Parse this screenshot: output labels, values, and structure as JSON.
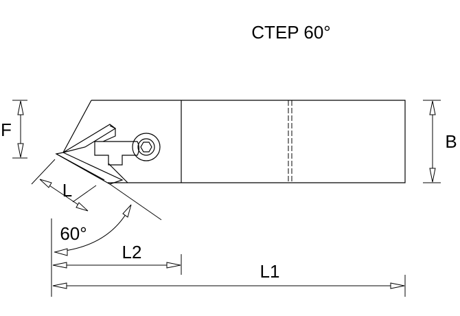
{
  "title": "CTEP 60°",
  "dimensions": {
    "F": "F",
    "B": "B",
    "L": "L",
    "L1": "L1",
    "L2": "L2",
    "angle": "60°"
  },
  "colors": {
    "line": "#000000",
    "background": "#ffffff"
  }
}
